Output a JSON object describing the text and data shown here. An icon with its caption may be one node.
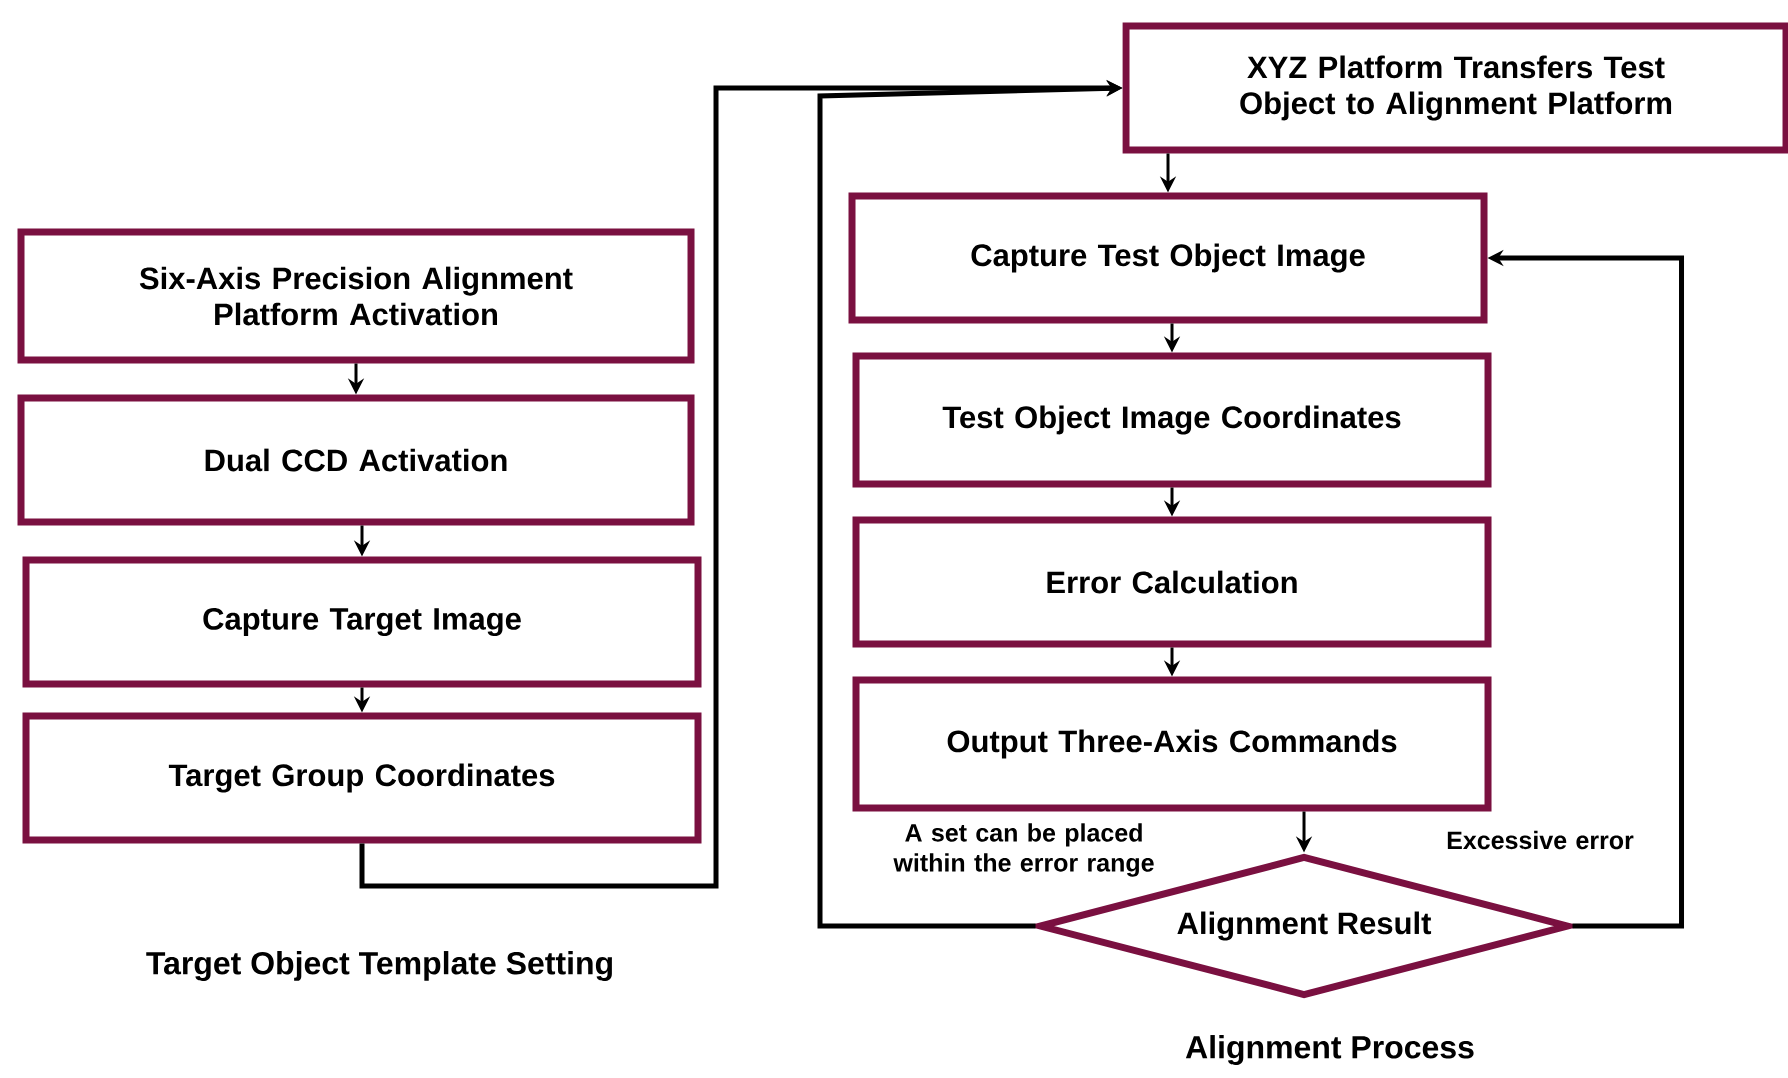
{
  "diagram": {
    "nodes": [
      {
        "text": [
          "Six-Axis Precision Alignment Platform Activation"
        ]
      },
      {
        "text": [
          "Dual CCD Activation"
        ]
      },
      {
        "text": [
          "Capture Target Image"
        ]
      },
      {
        "text": [
          "Target Group Coordinates"
        ]
      },
      {
        "text": [
          "XYZ Platform Transfers Test Object to Alignment Platform"
        ]
      },
      {
        "text": [
          "Capture Test Object Image"
        ]
      },
      {
        "text": [
          "Test Object Image Coordinates"
        ]
      },
      {
        "text": [
          "Error Calculation"
        ]
      },
      {
        "text": [
          "Output Three-Axis Commands"
        ]
      },
      {
        "text": [
          "Alignment Result"
        ]
      }
    ],
    "edges": [
      {
        "from": 0,
        "to": 1,
        "arrow": "to"
      },
      {
        "from": 1,
        "to": 2,
        "arrow": "to"
      },
      {
        "from": 2,
        "to": 3,
        "arrow": "to"
      },
      {
        "from": 3,
        "to": 4,
        "arrow": "to"
      },
      {
        "from": 4,
        "to": 5,
        "arrow": "to"
      },
      {
        "from": 5,
        "to": 6,
        "arrow": "to"
      },
      {
        "from": 6,
        "to": 7,
        "arrow": "to"
      },
      {
        "from": 7,
        "to": 8,
        "arrow": "to"
      },
      {
        "from": 8,
        "to": 9,
        "arrow": "to"
      },
      {
        "from": 9,
        "to": 4,
        "arrow": "to",
        "label": "A set can be placed within the error range"
      },
      {
        "from": 9,
        "to": 5,
        "arrow": "to",
        "label": "Excessive error"
      }
    ],
    "labels": [
      "Target Object Template Setting",
      "Alignment Process"
    ]
  }
}
